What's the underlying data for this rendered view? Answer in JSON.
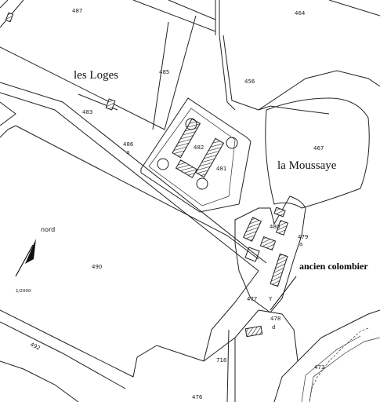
{
  "place_names": {
    "loges": "les Loges",
    "moussaye": "la Moussaye"
  },
  "annotation": {
    "colombier": "ancien colombier"
  },
  "north": {
    "label": "nord"
  },
  "scale": {
    "label": "1/2000"
  },
  "parcels": {
    "p487": "487",
    "p464": "464",
    "p485": "485",
    "p486": "486",
    "p486_sub": "a",
    "p482": "482",
    "p481": "481",
    "p483": "483",
    "p456": "456",
    "p467": "467",
    "p480": "480",
    "p479": "479",
    "p479_sub": "a",
    "p490": "490",
    "p477": "477",
    "p477_sub": "Y",
    "p478": "478",
    "p478_sub": "d",
    "p492": "492",
    "p718": "718",
    "p476": "476",
    "p473": "473"
  },
  "colors": {
    "ink": "#222222",
    "paper": "#ffffff"
  }
}
